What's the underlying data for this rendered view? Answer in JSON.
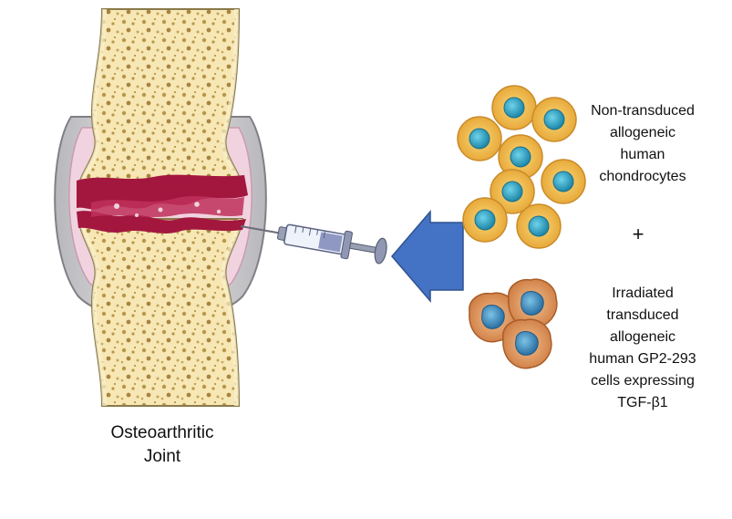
{
  "joint": {
    "label_lines": [
      "Osteoarthritic",
      "Joint"
    ]
  },
  "chondrocytes": {
    "label_lines": [
      "Non-transduced",
      "allogeneic",
      "human",
      "chondrocytes"
    ]
  },
  "plus": "+",
  "gp2_cells": {
    "label_lines": [
      "Irradiated",
      "transduced",
      "allogeneic",
      "human GP2-293",
      "cells expressing",
      "TGF-β1"
    ]
  },
  "colors": {
    "bone": "#f7e7b4",
    "bone_outline": "#8a7a4a",
    "bone_pores": "#c8a85a",
    "capsule": "#d9d9dc",
    "synovial": "#f1d2df",
    "damaged_cartilage": "#a3173f",
    "arrow": "#4472c4",
    "chondrocyte_body": "#f2c14e",
    "chondrocyte_nucleus": "#29a6c9",
    "gp2_body": "#e3a06a",
    "gp2_nucleus": "#2f86b5"
  }
}
